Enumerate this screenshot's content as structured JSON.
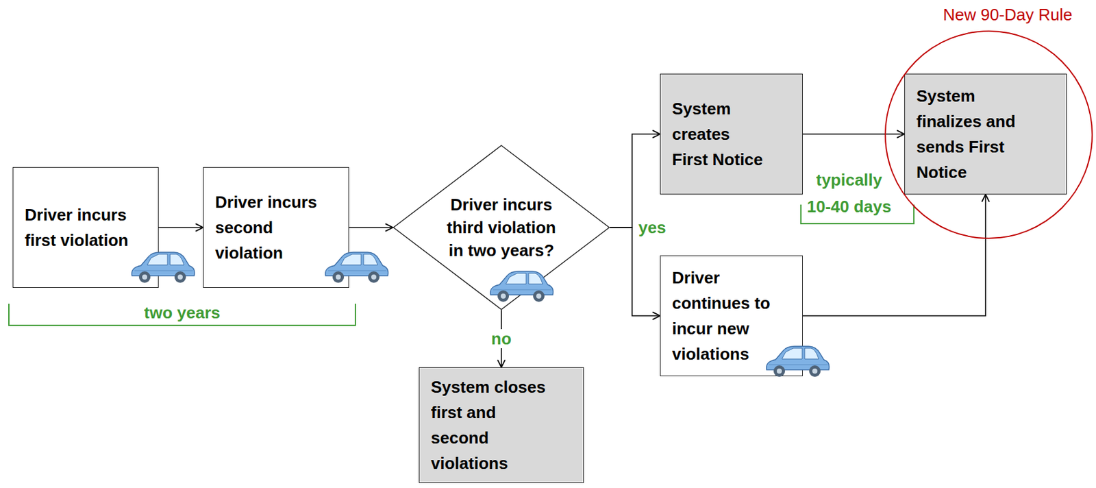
{
  "diagram": {
    "nodes": [
      {
        "text": [
          "Driver incurs first violation"
        ]
      },
      {
        "text": [
          "Driver incurs second violation"
        ]
      },
      {
        "text": [
          "Driver incurs third violation in two years?"
        ]
      },
      {
        "text": [
          "System creates First Notice"
        ]
      },
      {
        "text": [
          "Driver continues to incur new violations"
        ]
      },
      {
        "text": [
          "System finalizes and sends First Notice"
        ]
      },
      {
        "text": [
          "System closes first and second violations"
        ]
      }
    ],
    "edges": [
      {
        "from": 0,
        "to": 1,
        "arrow": "to"
      },
      {
        "from": 1,
        "to": 2,
        "arrow": "to"
      },
      {
        "from": 2,
        "to": 3,
        "label": "yes",
        "arrow": "to"
      },
      {
        "from": 2,
        "to": 4,
        "arrow": "to"
      },
      {
        "from": 2,
        "to": 6,
        "label": "no",
        "arrow": "to"
      },
      {
        "from": 3,
        "to": 5,
        "arrow": "to"
      },
      {
        "from": 4,
        "to": 5,
        "arrow": "to"
      }
    ],
    "labels": [
      "New 90-Day Rule",
      "two years",
      "typically 10-40 days"
    ]
  }
}
